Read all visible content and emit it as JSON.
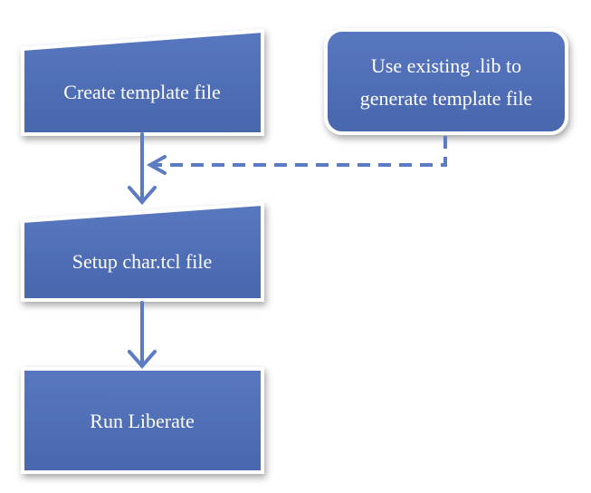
{
  "diagram": {
    "nodes": {
      "create_template": {
        "label": "Create template file"
      },
      "use_existing_lib": {
        "line1": "Use existing .lib to",
        "line2": "generate template file"
      },
      "setup_char": {
        "label": "Setup char.tcl file"
      },
      "run_liberate": {
        "label": "Run Liberate"
      }
    },
    "colors": {
      "node_fill": "#4f6fb8",
      "node_border": "#ffffff",
      "connector": "#5b7cc4",
      "text": "#ffffff"
    }
  }
}
